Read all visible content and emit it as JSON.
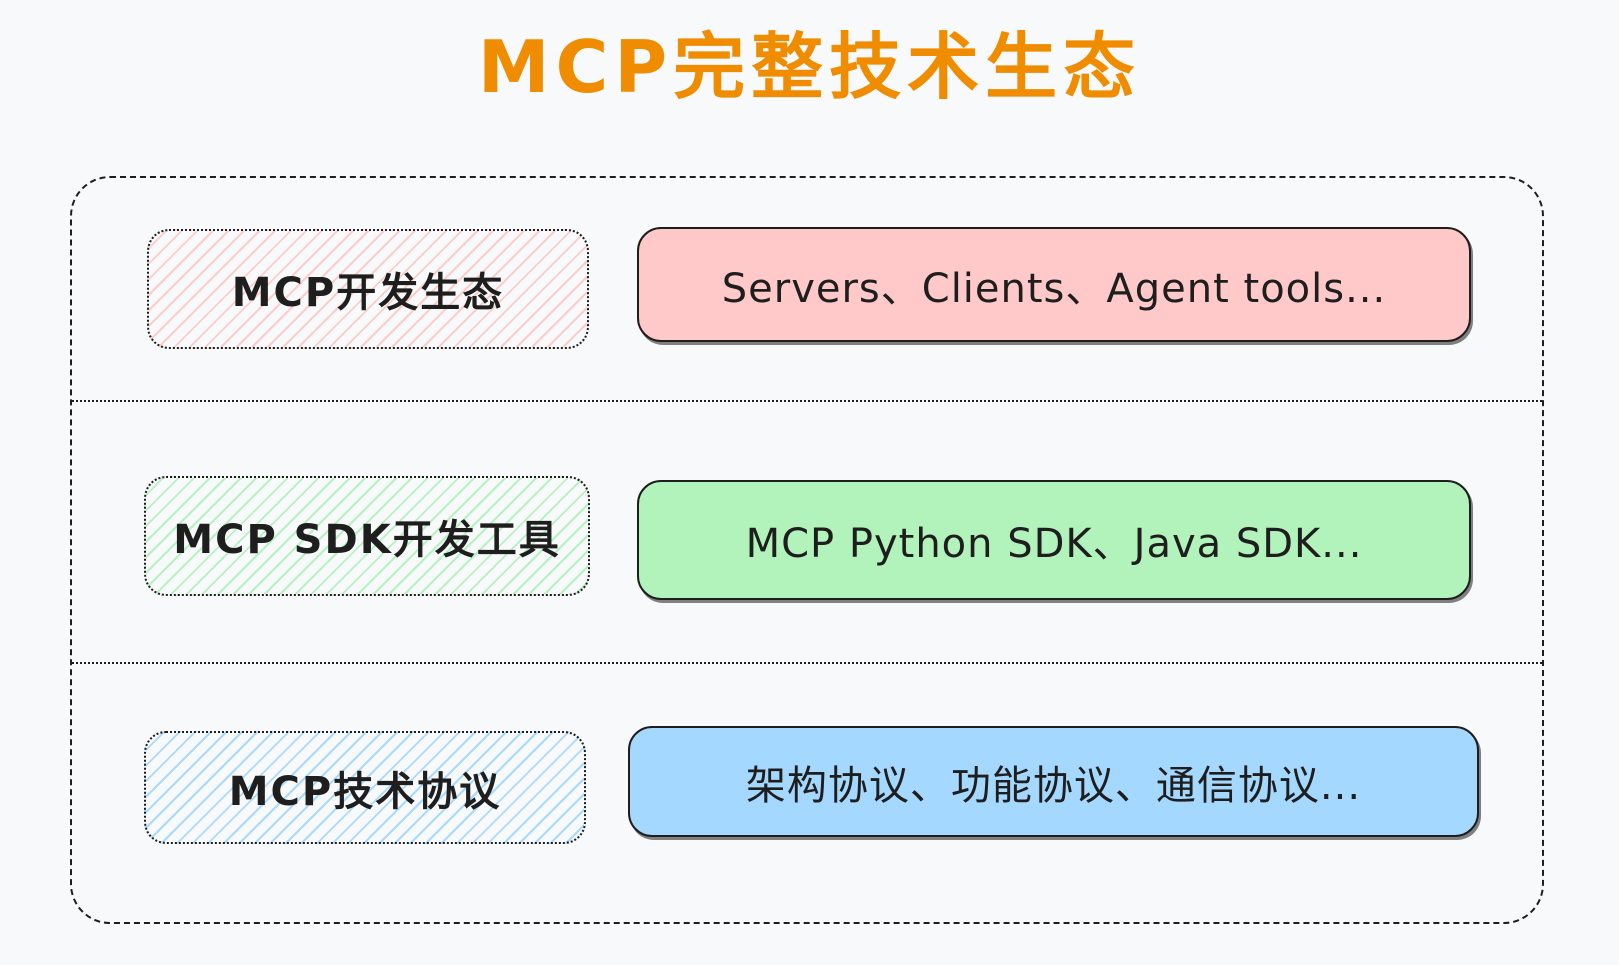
{
  "title": "MCP完整技术生态",
  "colors": {
    "title": "#f08c00",
    "stroke": "#1e1e1e",
    "red_fill": "#ffc9c9",
    "green_fill": "#b2f2bb",
    "blue_fill": "#a5d8ff"
  },
  "layers": [
    {
      "label": "MCP开发生态",
      "content": "Servers、Clients、Agent tools..."
    },
    {
      "label": "MCP SDK开发工具",
      "content": "MCP Python SDK、Java SDK..."
    },
    {
      "label": "MCP技术协议",
      "content": "架构协议、功能协议、通信协议..."
    }
  ]
}
